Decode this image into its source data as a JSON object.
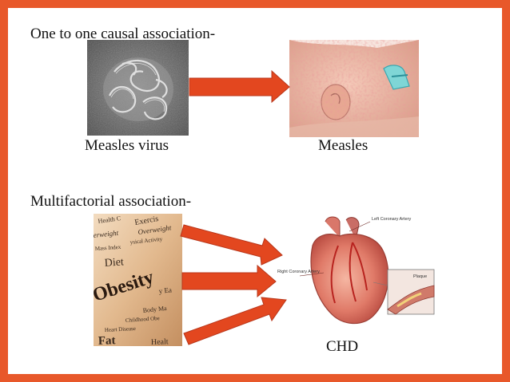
{
  "slide": {
    "heading_one_to_one": "One to one causal association-",
    "heading_multifactorial": "Multifactorial association-",
    "caption_cause": "Measles virus",
    "caption_effect": "Measles",
    "caption_outcome": "CHD"
  },
  "obesity_collage_words": {
    "w1": "Health C",
    "w2": "Exercis",
    "w3": "Overweight",
    "w4": "erweight",
    "w5": "ysical Activity",
    "w6": "Mass Index",
    "w7": "Diet",
    "w8": "Obesity",
    "w9": "y Ea",
    "w10": "Body Ma",
    "w11": "Childhood Obe",
    "w12": "Heart Disease",
    "w13": "Fat",
    "w14": "Healt"
  },
  "heart_diagram_labels": {
    "left_artery": "Left Coronary Artery",
    "right_artery": "Right Coronary Artery",
    "plaque": "Plaque"
  },
  "colors": {
    "frame": "#e8582a",
    "arrow": "#e3471f",
    "arrow_edge": "#b8361a"
  },
  "icons": {
    "virus_picture": "measles-virus-micrograph",
    "baby_picture": "infant-with-measles-rash",
    "obesity_picture": "obesity-word-collage",
    "heart_picture": "coronary-heart-diagram"
  }
}
